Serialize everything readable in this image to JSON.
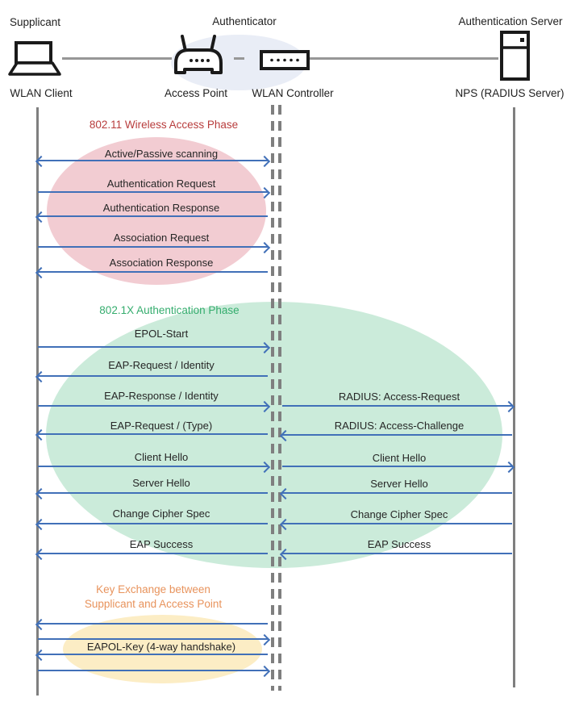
{
  "header": {
    "roles": [
      {
        "label": "Supplicant"
      },
      {
        "label": "Authenticator"
      },
      {
        "label": "Authentication Server"
      }
    ],
    "devices": [
      {
        "label": "WLAN Client",
        "icon": "laptop-icon"
      },
      {
        "label": "Access Point",
        "icon": "access-point-icon"
      },
      {
        "label": "WLAN Controller",
        "icon": "wlan-controller-icon"
      },
      {
        "label": "NPS (RADIUS Server)",
        "icon": "server-icon"
      }
    ]
  },
  "phases": [
    {
      "title": "802.11 Wireless Access Phase",
      "color": "#b83d3d",
      "ellipse_color": "#f2ccd2"
    },
    {
      "title": "802.1X Authentication Phase",
      "color": "#35ad6e",
      "ellipse_color": "#cbebda"
    },
    {
      "title_line1": "Key Exchange between",
      "title_line2": "Supplicant and Access Point",
      "color": "#e8935c",
      "ellipse_color": "#fcedc5"
    }
  ],
  "messages": {
    "client_ap": [
      {
        "label": "Active/Passive scanning",
        "direction": "both"
      },
      {
        "label": "Authentication Request",
        "direction": "right"
      },
      {
        "label": "Authentication Response",
        "direction": "left"
      },
      {
        "label": "Association Request",
        "direction": "right"
      },
      {
        "label": "Association Response",
        "direction": "left"
      },
      {
        "label": "EPOL-Start",
        "direction": "right"
      },
      {
        "label": "EAP-Request / Identity",
        "direction": "left"
      },
      {
        "label": "EAP-Response / Identity",
        "direction": "right"
      },
      {
        "label": "EAP-Request / (Type)",
        "direction": "left"
      },
      {
        "label": "Client Hello",
        "direction": "right"
      },
      {
        "label": "Server Hello",
        "direction": "left"
      },
      {
        "label": "Change Cipher Spec",
        "direction": "left"
      },
      {
        "label": "EAP Success",
        "direction": "left"
      },
      {
        "label": "",
        "direction": "left"
      },
      {
        "label": "",
        "direction": "right"
      },
      {
        "label": "EAPOL-Key (4-way handshake)",
        "direction": "left"
      },
      {
        "label": "",
        "direction": "right"
      }
    ],
    "ap_server": [
      {
        "label": "RADIUS: Access-Request",
        "direction": "right"
      },
      {
        "label": "RADIUS: Access-Challenge",
        "direction": "left"
      },
      {
        "label": "Client Hello",
        "direction": "right"
      },
      {
        "label": "Server Hello",
        "direction": "left"
      },
      {
        "label": "Change Cipher Spec",
        "direction": "left"
      },
      {
        "label": "EAP Success",
        "direction": "left"
      }
    ]
  },
  "colors": {
    "arrow": "#4170b8",
    "lifeline": "#7f7f7f",
    "authenticator_halo": "#e9edf6"
  }
}
